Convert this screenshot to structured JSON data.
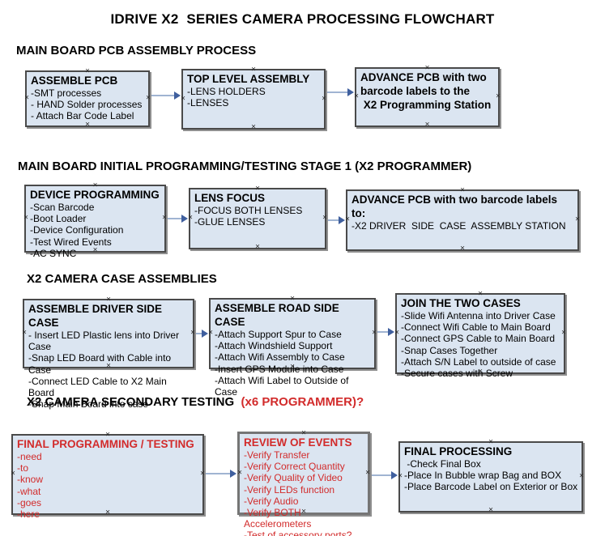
{
  "title": "IDRIVE X2  SERIES CAMERA PROCESSING FLOWCHART",
  "colors": {
    "box_fill": "#dbe5f1",
    "box_border": "#4a4a4a",
    "box_shadow": "#8f8f8f",
    "arrow_line": "#a0b4d2",
    "arrow_head": "#3f5f9e",
    "red": "#d22b2b"
  },
  "sections": [
    {
      "heading": "MAIN BOARD PCB ASSEMBLY PROCESS",
      "boxes": [
        {
          "title": "ASSEMBLE PCB",
          "items": [
            "-SMT processes",
            "- HAND Solder processes",
            "- Attach Bar Code Label"
          ]
        },
        {
          "title": "TOP LEVEL ASSEMBLY",
          "items": [
            "-LENS HOLDERS",
            "-LENSES"
          ]
        },
        {
          "title": "ADVANCE PCB with two barcode labels to the\n X2 Programming Station",
          "items": []
        }
      ]
    },
    {
      "heading": "MAIN BOARD INITIAL PROGRAMMING/TESTING STAGE 1 (X2 PROGRAMMER)",
      "boxes": [
        {
          "title": "DEVICE PROGRAMMING",
          "items": [
            "-Scan Barcode",
            "-Boot Loader",
            "-Device Configuration",
            "-Test Wired Events",
            "-AC SYNC"
          ]
        },
        {
          "title": "LENS FOCUS",
          "items": [
            "-FOCUS BOTH LENSES",
            "-GLUE LENSES"
          ]
        },
        {
          "title": "ADVANCE PCB with two barcode labels to:",
          "items": [
            "-X2 DRIVER  SIDE  CASE  ASSEMBLY STATION"
          ]
        }
      ]
    },
    {
      "heading": "X2 CAMERA CASE ASSEMBLIES",
      "boxes": [
        {
          "title": "ASSEMBLE DRIVER SIDE CASE",
          "items": [
            "- Insert LED Plastic lens into Driver Case",
            "-Snap LED Board with Cable into Case",
            "-Connect LED Cable to X2 Main Board",
            "-Snap Main Board into case"
          ]
        },
        {
          "title": "ASSEMBLE ROAD SIDE CASE",
          "items": [
            "-Attach Support Spur to Case",
            "-Attach Windshield Support",
            "-Attach Wifi Assembly to Case",
            "-Insert GPS Module into Case",
            "-Attach Wifi Label to Outside of Case"
          ]
        },
        {
          "title": "JOIN THE TWO CASES",
          "items": [
            "-Slide Wifi Antenna into Driver Case",
            "-Connect Wifi Cable to Main Board",
            "-Connect GPS Cable to Main Board",
            "-Snap Cases Together",
            "-Attach S/N Label to outside of case",
            "-Secure cases with Screw"
          ]
        }
      ]
    },
    {
      "heading": "X2 CAMERA SECONDARY TESTING  ",
      "heading_red": "(x6 PROGRAMMER)?",
      "boxes": [
        {
          "title": "FINAL PROGRAMMING / TESTING",
          "accent": "red",
          "items": [
            "-need",
            "-to",
            "-know",
            "-what",
            "-goes",
            "-here"
          ]
        },
        {
          "title": "REVIEW OF EVENTS",
          "accent": "red",
          "items": [
            "-Verify Transfer",
            "-Verify Correct Quantity",
            "-Verify Quality of Video",
            "-Verify LEDs function",
            "-Verify Audio",
            "-Verify BOTH Accelerometers",
            "-Test of accessory ports?"
          ]
        },
        {
          "title": "FINAL PROCESSING",
          "items": [
            " -Check Final Box",
            "-Place In Bubble wrap Bag and BOX",
            "-Place Barcode Label on Exterior or Box"
          ]
        }
      ]
    }
  ]
}
